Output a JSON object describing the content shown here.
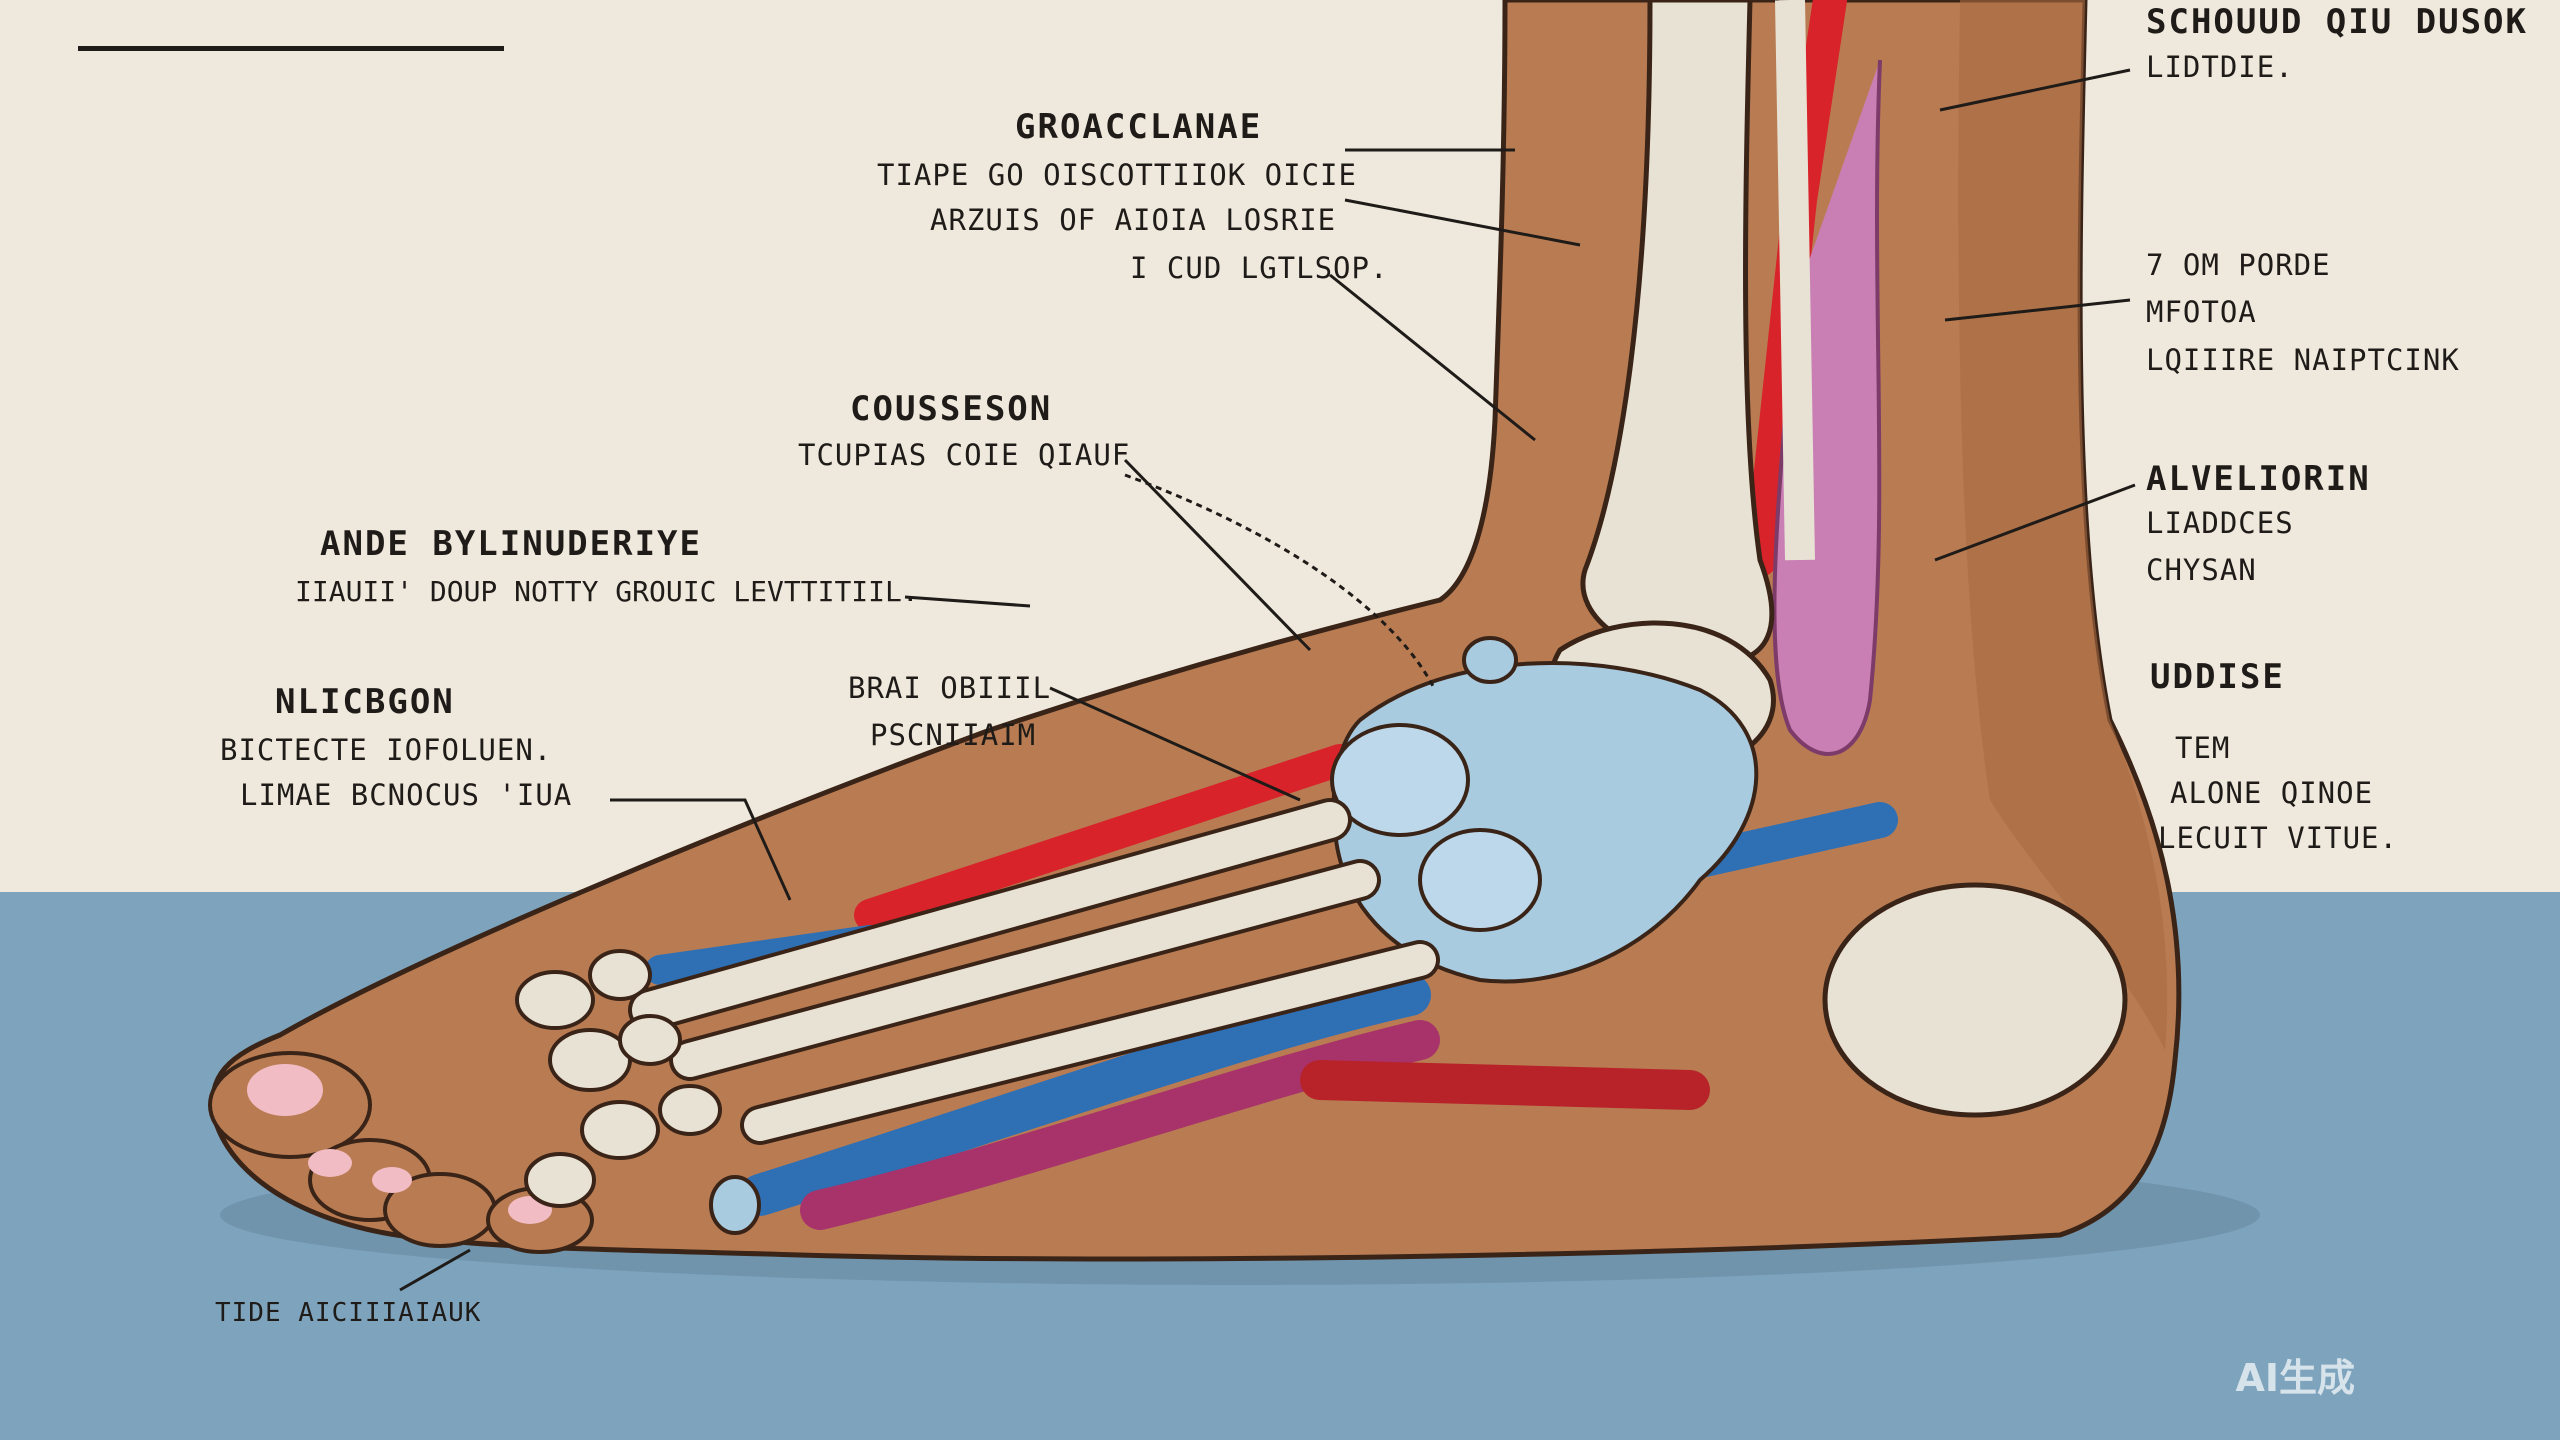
{
  "labels": {
    "top_right_1": "SCHOUUD QIU DUSOK",
    "top_right_2": "LIDTDIE.",
    "groacc_title": "GROACCLANAE",
    "groacc_l1": "TIAPE GO OISCOTTIIOK OICIE",
    "groacc_l2": "ARZUIS OF AIOIA LOSRIE",
    "groacc_l3": "I CUD LGTLSOP.",
    "right_mid_1": "7 OM PORDE",
    "right_mid_2": "MFOTOA",
    "right_mid_3": "LQIIIRE NAIPTCINK",
    "cousseson_title": "COUSSESON",
    "cousseson_l1": "TCUPIAS COIE QIAUF",
    "alvel_title": "ALVELIORIN",
    "alvel_l1": "LIADDCES",
    "alvel_l2": "CHYSAN",
    "ande_title": "ANDE BYLINUDERIYE",
    "ande_l1": "IIAUII' DOUP NOTTY GROUIC LEVTTITIIL.",
    "udd_title": "UDDISE",
    "udd_l1": "TEM",
    "udd_l2": "ALONE QINOE",
    "udd_l3": "LECUIT VITUE.",
    "nlic_title": "NLICBGON",
    "nlic_l1": "BICTECTE IOFOLUEN.",
    "nlic_l2": "LIMAE BCNOCUS  'IUA",
    "bra_l1": "BRAI OBIIIL",
    "bra_l2": "PSCNIIAIM",
    "tide": "TIDE AICIIIAIAUK"
  },
  "badge": "AI生成",
  "colors": {
    "background": "#efe9dd",
    "floor": "#7ea4bd",
    "skin": "#b97c52",
    "bone": "#e8e2d4",
    "tarsal": "#a9cbe0",
    "artery": "#d8232a",
    "vein": "#2f6fb4",
    "tendon": "#c97fb4"
  }
}
